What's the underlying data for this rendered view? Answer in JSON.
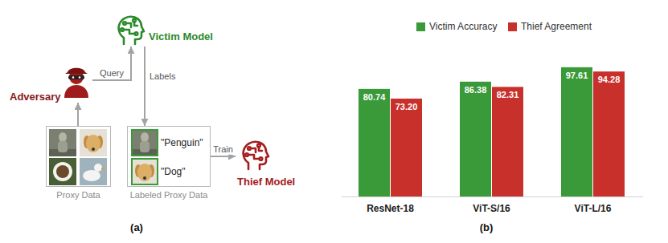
{
  "diagram": {
    "nodes": [
      {
        "text": [
          "Victim Model"
        ]
      },
      {
        "text": [
          "Adversary"
        ]
      },
      {
        "text": [
          "Proxy Data"
        ]
      },
      {
        "text": [
          "\"Penguin\"",
          "\"Dog\"",
          "Labeled Proxy Data"
        ]
      },
      {
        "text": [
          "Thief Model"
        ]
      }
    ],
    "edges": [
      {
        "from": 2,
        "to": 1,
        "arrow": "to"
      },
      {
        "from": 1,
        "to": 0,
        "label": "Query",
        "arrow": "to"
      },
      {
        "from": 0,
        "to": 3,
        "label": "Labels",
        "arrow": "to"
      },
      {
        "from": 3,
        "to": 4,
        "label": "Train",
        "arrow": "to"
      }
    ],
    "labels": [
      "(a)",
      "(b)",
      "80.74",
      "73.20",
      "86.38",
      "82.31",
      "97.61",
      "94.28",
      "ResNet-18",
      "ViT-S/16",
      "ViT-L/16"
    ],
    "legend": [
      {
        "text": "Victim Accuracy",
        "color": "#3a9a3a"
      },
      {
        "text": "Thief Agreement",
        "color": "#c8302c"
      }
    ]
  }
}
